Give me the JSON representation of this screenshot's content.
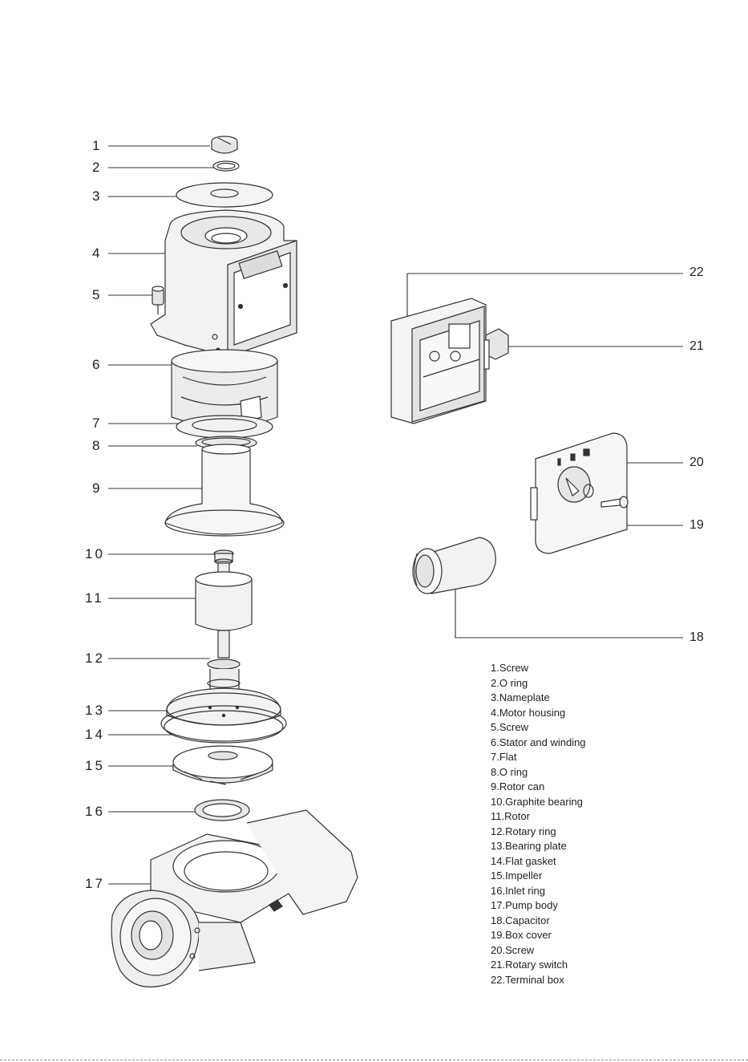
{
  "callouts_left": [
    "1",
    "2",
    "3",
    "4",
    "5",
    "6",
    "7",
    "8",
    "9",
    "10",
    "11",
    "12",
    "13",
    "14",
    "15",
    "16",
    "17"
  ],
  "callouts_right": [
    "22",
    "21",
    "20",
    "19",
    "18"
  ],
  "legend": [
    "1.Screw",
    "2.O ring",
    "3.Nameplate",
    "4.Motor housing",
    "5.Screw",
    "6.Stator and winding",
    "7.Flat",
    "8.O ring",
    "9.Rotor can",
    "10.Graphite bearing",
    "11.Rotor",
    "12.Rotary ring",
    "13.Bearing plate",
    "14.Flat gasket",
    "15.Impeller",
    "16.Inlet ring",
    "17.Pump body",
    "18.Capacitor",
    "19.Box cover",
    "20.Screw",
    "21.Rotary switch",
    "22.Terminal box"
  ],
  "colors": {
    "line": "#333333",
    "shade": "#e4e4e4",
    "light": "#f2f2f2"
  }
}
